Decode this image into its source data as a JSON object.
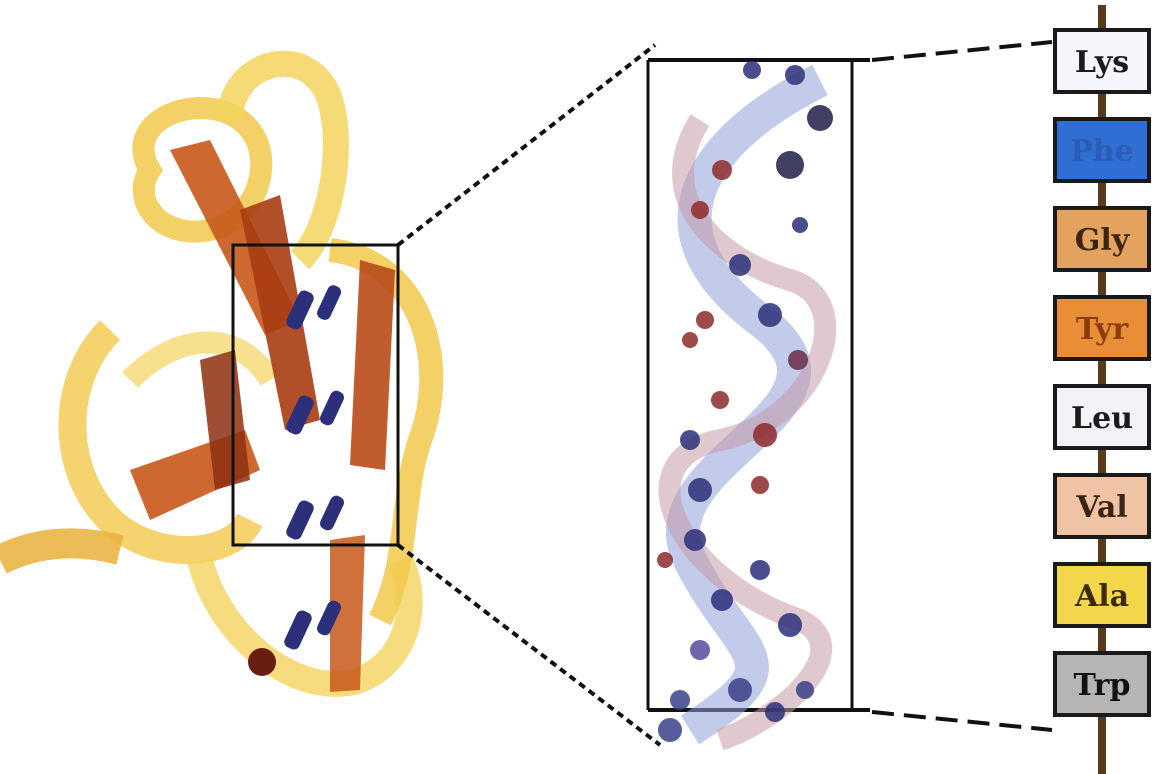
{
  "amino_acids": [
    {
      "label": "Lys",
      "color": "#f4f6fb",
      "text_color": "#1b1b1b"
    },
    {
      "label": "Phe",
      "color": "#2f6fd3",
      "text_color": "#2d5bb8"
    },
    {
      "label": "Gly",
      "color": "#e4a25f",
      "text_color": "#3a2412"
    },
    {
      "label": "Tyr",
      "color": "#e98d36",
      "text_color": "#8a3d0b"
    },
    {
      "label": "Leu",
      "color": "#f5f2f7",
      "text_color": "#1b1b1b"
    },
    {
      "label": "Val",
      "color": "#efc3a3",
      "text_color": "#3a2412"
    },
    {
      "label": "Ala",
      "color": "#f3d64a",
      "text_color": "#3a2a05"
    },
    {
      "label": "Trp",
      "color": "#b7b5b4",
      "text_color": "#111111"
    }
  ],
  "colors": {
    "protein_ribbon": "#f2c94c",
    "protein_sheet": "#c8581a",
    "helix_red": "#8e2a2a",
    "helix_blue": "#2c2f7a",
    "frame_line": "#111111",
    "chain_backbone": "#5a3a1a"
  }
}
